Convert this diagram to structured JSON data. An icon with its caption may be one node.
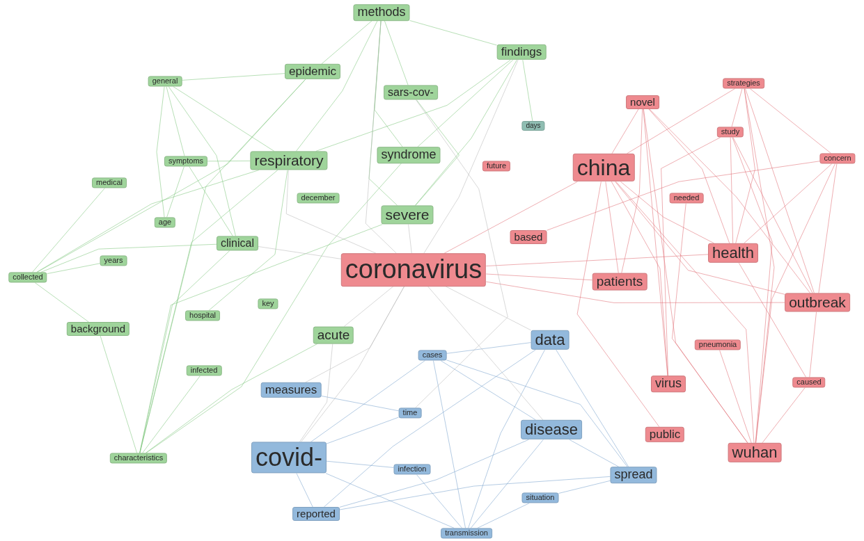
{
  "diagram": {
    "nodes": [
      {
        "text": [
          "methods"
        ]
      },
      {
        "text": [
          "findings"
        ]
      },
      {
        "text": [
          "epidemic"
        ]
      },
      {
        "text": [
          "general"
        ]
      },
      {
        "text": [
          "sars-cov-"
        ]
      },
      {
        "text": [
          "days"
        ]
      },
      {
        "text": [
          "symptoms"
        ]
      },
      {
        "text": [
          "respiratory"
        ]
      },
      {
        "text": [
          "syndrome"
        ]
      },
      {
        "text": [
          "medical"
        ]
      },
      {
        "text": [
          "december"
        ]
      },
      {
        "text": [
          "severe"
        ]
      },
      {
        "text": [
          "age"
        ]
      },
      {
        "text": [
          "clinical"
        ]
      },
      {
        "text": [
          "years"
        ]
      },
      {
        "text": [
          "collected"
        ]
      },
      {
        "text": [
          "key"
        ]
      },
      {
        "text": [
          "hospital"
        ]
      },
      {
        "text": [
          "background"
        ]
      },
      {
        "text": [
          "acute"
        ]
      },
      {
        "text": [
          "infected"
        ]
      },
      {
        "text": [
          "characteristics"
        ]
      },
      {
        "text": [
          "strategies"
        ]
      },
      {
        "text": [
          "novel"
        ]
      },
      {
        "text": [
          "study"
        ]
      },
      {
        "text": [
          "future"
        ]
      },
      {
        "text": [
          "china"
        ]
      },
      {
        "text": [
          "concern"
        ]
      },
      {
        "text": [
          "needed"
        ]
      },
      {
        "text": [
          "based"
        ]
      },
      {
        "text": [
          "coronavirus"
        ]
      },
      {
        "text": [
          "health"
        ]
      },
      {
        "text": [
          "patients"
        ]
      },
      {
        "text": [
          "outbreak"
        ]
      },
      {
        "text": [
          "pneumonia"
        ]
      },
      {
        "text": [
          "virus"
        ]
      },
      {
        "text": [
          "caused"
        ]
      },
      {
        "text": [
          "public"
        ]
      },
      {
        "text": [
          "wuhan"
        ]
      },
      {
        "text": [
          "data"
        ]
      },
      {
        "text": [
          "cases"
        ]
      },
      {
        "text": [
          "measures"
        ]
      },
      {
        "text": [
          "time"
        ]
      },
      {
        "text": [
          "disease"
        ]
      },
      {
        "text": [
          "covid-"
        ]
      },
      {
        "text": [
          "infection"
        ]
      },
      {
        "text": [
          "spread"
        ]
      },
      {
        "text": [
          "situation"
        ]
      },
      {
        "text": [
          "reported"
        ]
      },
      {
        "text": [
          "transmission"
        ]
      }
    ],
    "edges": [
      {
        "from": 21,
        "to": 7,
        "arrow": "none",
        "color": "#7cc47a"
      },
      {
        "from": 21,
        "to": 13,
        "arrow": "none",
        "color": "#7cc47a"
      },
      {
        "from": 21,
        "to": 19,
        "arrow": "none",
        "color": "#7cc47a"
      },
      {
        "from": 21,
        "to": 2,
        "arrow": "none",
        "color": "#7cc47a"
      },
      {
        "from": 21,
        "to": 11,
        "arrow": "none",
        "color": "#7cc47a"
      },
      {
        "from": 21,
        "to": 8,
        "arrow": "none",
        "color": "#7cc47a"
      },
      {
        "from": 21,
        "to": 20,
        "arrow": "none",
        "color": "#7cc47a"
      },
      {
        "from": 21,
        "to": 18,
        "arrow": "none",
        "color": "#7cc47a"
      },
      {
        "from": 15,
        "to": 9,
        "arrow": "none",
        "color": "#7cc47a"
      },
      {
        "from": 15,
        "to": 14,
        "arrow": "none",
        "color": "#7cc47a"
      },
      {
        "from": 15,
        "to": 18,
        "arrow": "none",
        "color": "#7cc47a"
      },
      {
        "from": 15,
        "to": 7,
        "arrow": "none",
        "color": "#7cc47a"
      },
      {
        "from": 15,
        "to": 13,
        "arrow": "none",
        "color": "#7cc47a"
      },
      {
        "from": 15,
        "to": 2,
        "arrow": "none",
        "color": "#7cc47a"
      },
      {
        "from": 3,
        "to": 2,
        "arrow": "none",
        "color": "#7cc47a"
      },
      {
        "from": 3,
        "to": 7,
        "arrow": "none",
        "color": "#7cc47a"
      },
      {
        "from": 3,
        "to": 6,
        "arrow": "none",
        "color": "#7cc47a"
      },
      {
        "from": 3,
        "to": 13,
        "arrow": "none",
        "color": "#7cc47a"
      },
      {
        "from": 3,
        "to": 12,
        "arrow": "none",
        "color": "#7cc47a"
      },
      {
        "from": 0,
        "to": 2,
        "arrow": "none",
        "color": "#7cc47a"
      },
      {
        "from": 0,
        "to": 4,
        "arrow": "none",
        "color": "#7cc47a"
      },
      {
        "from": 0,
        "to": 7,
        "arrow": "none",
        "color": "#7cc47a"
      },
      {
        "from": 0,
        "to": 8,
        "arrow": "none",
        "color": "#7cc47a"
      },
      {
        "from": 0,
        "to": 11,
        "arrow": "none",
        "color": "#7cc47a"
      },
      {
        "from": 0,
        "to": 1,
        "arrow": "none",
        "color": "#7cc47a"
      },
      {
        "from": 1,
        "to": 7,
        "arrow": "none",
        "color": "#7cc47a"
      },
      {
        "from": 1,
        "to": 8,
        "arrow": "none",
        "color": "#7cc47a"
      },
      {
        "from": 1,
        "to": 11,
        "arrow": "none",
        "color": "#7cc47a"
      },
      {
        "from": 1,
        "to": 5,
        "arrow": "none",
        "color": "#7cc47a"
      },
      {
        "from": 6,
        "to": 7,
        "arrow": "none",
        "color": "#7cc47a"
      },
      {
        "from": 6,
        "to": 13,
        "arrow": "none",
        "color": "#7cc47a"
      },
      {
        "from": 6,
        "to": 12,
        "arrow": "none",
        "color": "#7cc47a"
      },
      {
        "from": 4,
        "to": 11,
        "arrow": "none",
        "color": "#7cc47a"
      },
      {
        "from": 17,
        "to": 7,
        "arrow": "none",
        "color": "#7cc47a"
      },
      {
        "from": 23,
        "to": 26,
        "arrow": "none",
        "color": "#e06b73"
      },
      {
        "from": 23,
        "to": 31,
        "arrow": "none",
        "color": "#e06b73"
      },
      {
        "from": 23,
        "to": 32,
        "arrow": "none",
        "color": "#e06b73"
      },
      {
        "from": 23,
        "to": 33,
        "arrow": "none",
        "color": "#e06b73"
      },
      {
        "from": 23,
        "to": 35,
        "arrow": "none",
        "color": "#e06b73"
      },
      {
        "from": 23,
        "to": 38,
        "arrow": "none",
        "color": "#e06b73"
      },
      {
        "from": 22,
        "to": 24,
        "arrow": "none",
        "color": "#e06b73"
      },
      {
        "from": 22,
        "to": 26,
        "arrow": "none",
        "color": "#e06b73"
      },
      {
        "from": 22,
        "to": 31,
        "arrow": "none",
        "color": "#e06b73"
      },
      {
        "from": 22,
        "to": 33,
        "arrow": "none",
        "color": "#e06b73"
      },
      {
        "from": 22,
        "to": 38,
        "arrow": "none",
        "color": "#e06b73"
      },
      {
        "from": 22,
        "to": 27,
        "arrow": "none",
        "color": "#e06b73"
      },
      {
        "from": 24,
        "to": 31,
        "arrow": "none",
        "color": "#e06b73"
      },
      {
        "from": 24,
        "to": 33,
        "arrow": "none",
        "color": "#e06b73"
      },
      {
        "from": 24,
        "to": 38,
        "arrow": "none",
        "color": "#e06b73"
      },
      {
        "from": 24,
        "to": 35,
        "arrow": "none",
        "color": "#e06b73"
      },
      {
        "from": 27,
        "to": 33,
        "arrow": "none",
        "color": "#e06b73"
      },
      {
        "from": 27,
        "to": 38,
        "arrow": "none",
        "color": "#e06b73"
      },
      {
        "from": 27,
        "to": 29,
        "arrow": "none",
        "color": "#e06b73"
      },
      {
        "from": 27,
        "to": 31,
        "arrow": "none",
        "color": "#e06b73"
      },
      {
        "from": 26,
        "to": 31,
        "arrow": "none",
        "color": "#e06b73"
      },
      {
        "from": 26,
        "to": 33,
        "arrow": "none",
        "color": "#e06b73"
      },
      {
        "from": 26,
        "to": 38,
        "arrow": "none",
        "color": "#e06b73"
      },
      {
        "from": 26,
        "to": 35,
        "arrow": "none",
        "color": "#e06b73"
      },
      {
        "from": 26,
        "to": 37,
        "arrow": "none",
        "color": "#e06b73"
      },
      {
        "from": 26,
        "to": 32,
        "arrow": "none",
        "color": "#e06b73"
      },
      {
        "from": 36,
        "to": 38,
        "arrow": "none",
        "color": "#e06b73"
      },
      {
        "from": 36,
        "to": 33,
        "arrow": "none",
        "color": "#e06b73"
      },
      {
        "from": 36,
        "to": 31,
        "arrow": "none",
        "color": "#e06b73"
      },
      {
        "from": 30,
        "to": 32,
        "arrow": "none",
        "color": "#e06b73"
      },
      {
        "from": 30,
        "to": 31,
        "arrow": "none",
        "color": "#e06b73"
      },
      {
        "from": 30,
        "to": 33,
        "arrow": "none",
        "color": "#e06b73"
      },
      {
        "from": 30,
        "to": 26,
        "arrow": "none",
        "color": "#e06b73"
      },
      {
        "from": 28,
        "to": 38,
        "arrow": "none",
        "color": "#e06b73"
      },
      {
        "from": 34,
        "to": 38,
        "arrow": "none",
        "color": "#e06b73"
      },
      {
        "from": 49,
        "to": 40,
        "arrow": "none",
        "color": "#76a1cc"
      },
      {
        "from": 49,
        "to": 43,
        "arrow": "none",
        "color": "#76a1cc"
      },
      {
        "from": 49,
        "to": 44,
        "arrow": "none",
        "color": "#76a1cc"
      },
      {
        "from": 49,
        "to": 45,
        "arrow": "none",
        "color": "#76a1cc"
      },
      {
        "from": 49,
        "to": 39,
        "arrow": "none",
        "color": "#76a1cc"
      },
      {
        "from": 49,
        "to": 47,
        "arrow": "none",
        "color": "#76a1cc"
      },
      {
        "from": 48,
        "to": 44,
        "arrow": "none",
        "color": "#76a1cc"
      },
      {
        "from": 48,
        "to": 39,
        "arrow": "none",
        "color": "#76a1cc"
      },
      {
        "from": 48,
        "to": 43,
        "arrow": "none",
        "color": "#76a1cc"
      },
      {
        "from": 48,
        "to": 46,
        "arrow": "none",
        "color": "#76a1cc"
      },
      {
        "from": 40,
        "to": 43,
        "arrow": "none",
        "color": "#76a1cc"
      },
      {
        "from": 40,
        "to": 46,
        "arrow": "none",
        "color": "#76a1cc"
      },
      {
        "from": 40,
        "to": 39,
        "arrow": "none",
        "color": "#76a1cc"
      },
      {
        "from": 46,
        "to": 39,
        "arrow": "none",
        "color": "#76a1cc"
      },
      {
        "from": 46,
        "to": 43,
        "arrow": "none",
        "color": "#76a1cc"
      },
      {
        "from": 46,
        "to": 47,
        "arrow": "none",
        "color": "#76a1cc"
      },
      {
        "from": 42,
        "to": 44,
        "arrow": "none",
        "color": "#76a1cc"
      },
      {
        "from": 42,
        "to": 41,
        "arrow": "none",
        "color": "#76a1cc"
      },
      {
        "from": 30,
        "to": 44,
        "arrow": "none"
      },
      {
        "from": 30,
        "to": 11,
        "arrow": "none"
      },
      {
        "from": 30,
        "to": 7,
        "arrow": "none"
      },
      {
        "from": 30,
        "to": 19,
        "arrow": "none"
      },
      {
        "from": 30,
        "to": 39,
        "arrow": "none"
      },
      {
        "from": 30,
        "to": 43,
        "arrow": "none"
      },
      {
        "from": 30,
        "to": 41,
        "arrow": "none"
      },
      {
        "from": 30,
        "to": 13,
        "arrow": "none"
      },
      {
        "from": 44,
        "to": 19,
        "arrow": "none"
      },
      {
        "from": 44,
        "to": 40,
        "arrow": "none",
        "color": "#76a1cc"
      },
      {
        "from": 44,
        "to": 45,
        "arrow": "none",
        "color": "#76a1cc"
      },
      {
        "from": 4,
        "to": 42,
        "arrow": "none"
      },
      {
        "from": 0,
        "to": 30,
        "arrow": "none"
      },
      {
        "from": 1,
        "to": 30,
        "arrow": "none"
      }
    ]
  }
}
